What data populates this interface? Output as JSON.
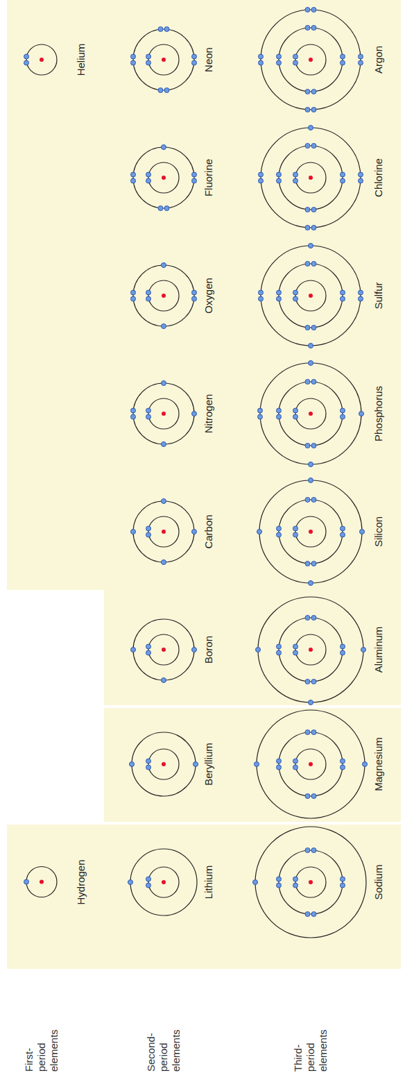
{
  "diagram": {
    "nodes": [
      {
        "text": [
          "Hydrogen"
        ]
      },
      {
        "text": [
          "Helium"
        ]
      },
      {
        "text": [
          "Lithium"
        ]
      },
      {
        "text": [
          "Beryllium"
        ]
      },
      {
        "text": [
          "Boron"
        ]
      },
      {
        "text": [
          "Carbon"
        ]
      },
      {
        "text": [
          "Nitrogen"
        ]
      },
      {
        "text": [
          "Oxygen"
        ]
      },
      {
        "text": [
          "Fluorine"
        ]
      },
      {
        "text": [
          "Neon"
        ]
      },
      {
        "text": [
          "Sodium"
        ]
      },
      {
        "text": [
          "Magnesium"
        ]
      },
      {
        "text": [
          "Aluminum"
        ]
      },
      {
        "text": [
          "Silicon"
        ]
      },
      {
        "text": [
          "Phosphorus"
        ]
      },
      {
        "text": [
          "Sulfur"
        ]
      },
      {
        "text": [
          "Chlorine"
        ]
      },
      {
        "text": [
          "Argon"
        ]
      }
    ],
    "labels": [
      "First- period elements",
      "Second- period elements",
      "Third- period elements"
    ]
  }
}
